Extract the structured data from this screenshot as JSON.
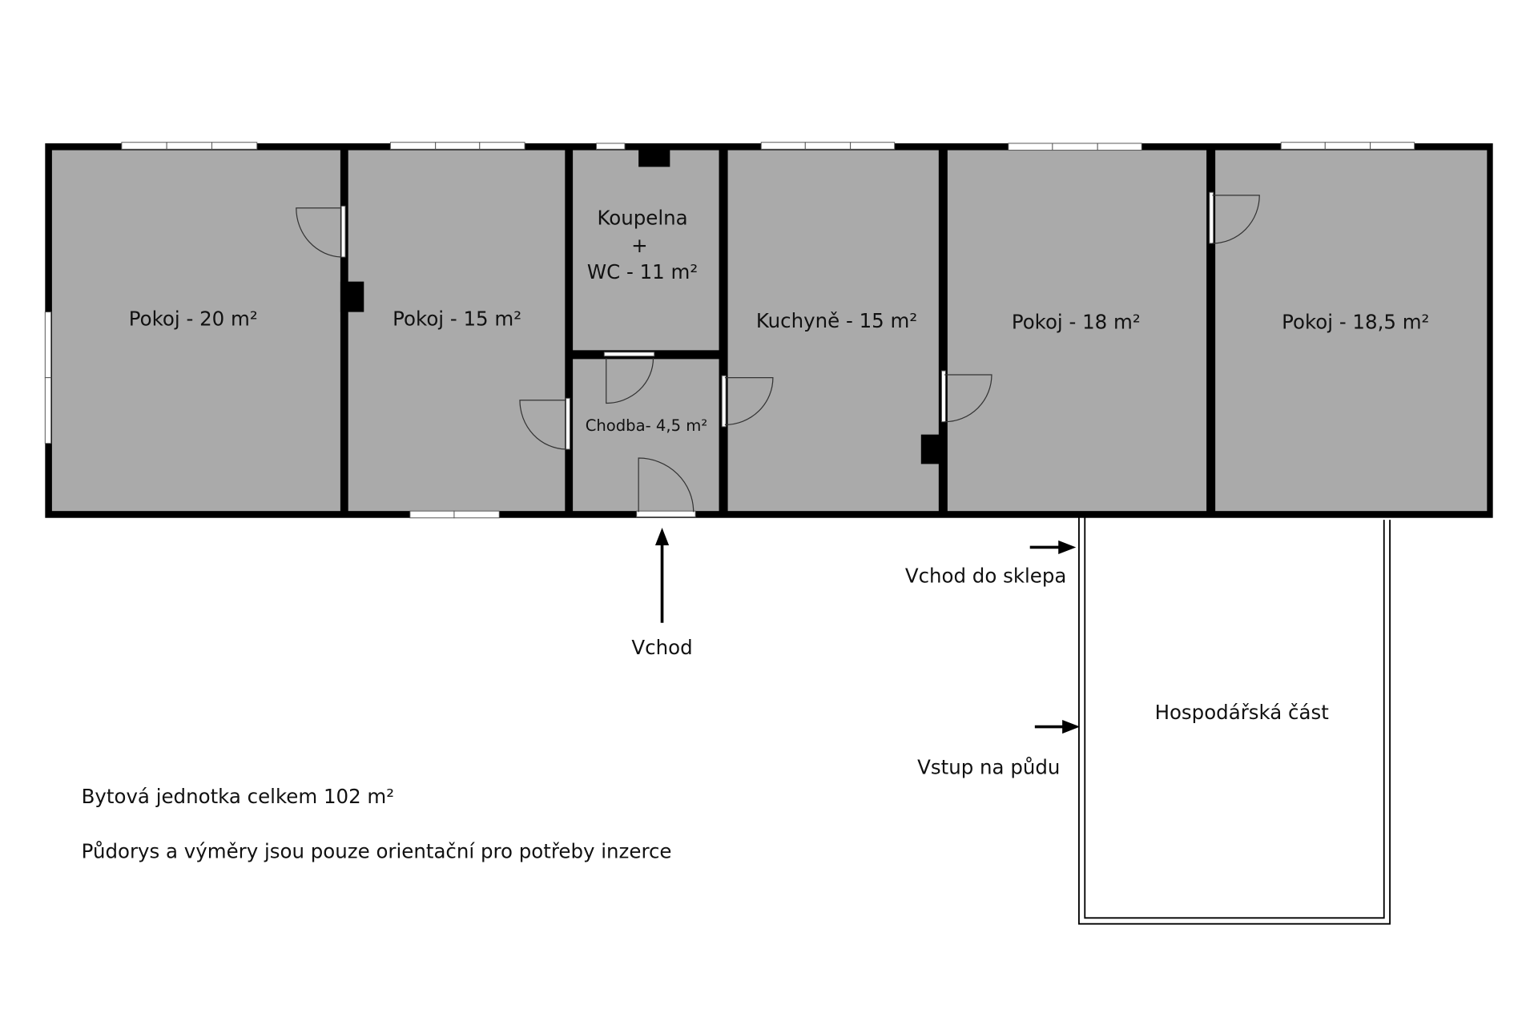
{
  "rooms": {
    "room1": "Pokoj - 20 m²",
    "room2": "Pokoj - 15 m²",
    "bathroom_line1": "Koupelna",
    "bathroom_line2": "+",
    "bathroom_line3": "WC - 11  m²",
    "hallway": "Chodba-  4,5 m²",
    "kitchen": "Kuchyně - 15  m²",
    "room3": "Pokoj - 18 m²",
    "room4": "Pokoj - 18,5  m²",
    "utility": "Hospodářská část"
  },
  "annotations": {
    "entrance": "Vchod",
    "cellar_entrance": "Vchod do sklepa",
    "attic_access": "Vstup na půdu"
  },
  "notes": {
    "total": "Bytová jednotka celkem 102 m²",
    "disclaimer": "Půdorys a výměry jsou pouze orientační pro potřeby inzerce"
  },
  "colors": {
    "room_fill": "#aaaaaa",
    "wall": "#000000"
  }
}
